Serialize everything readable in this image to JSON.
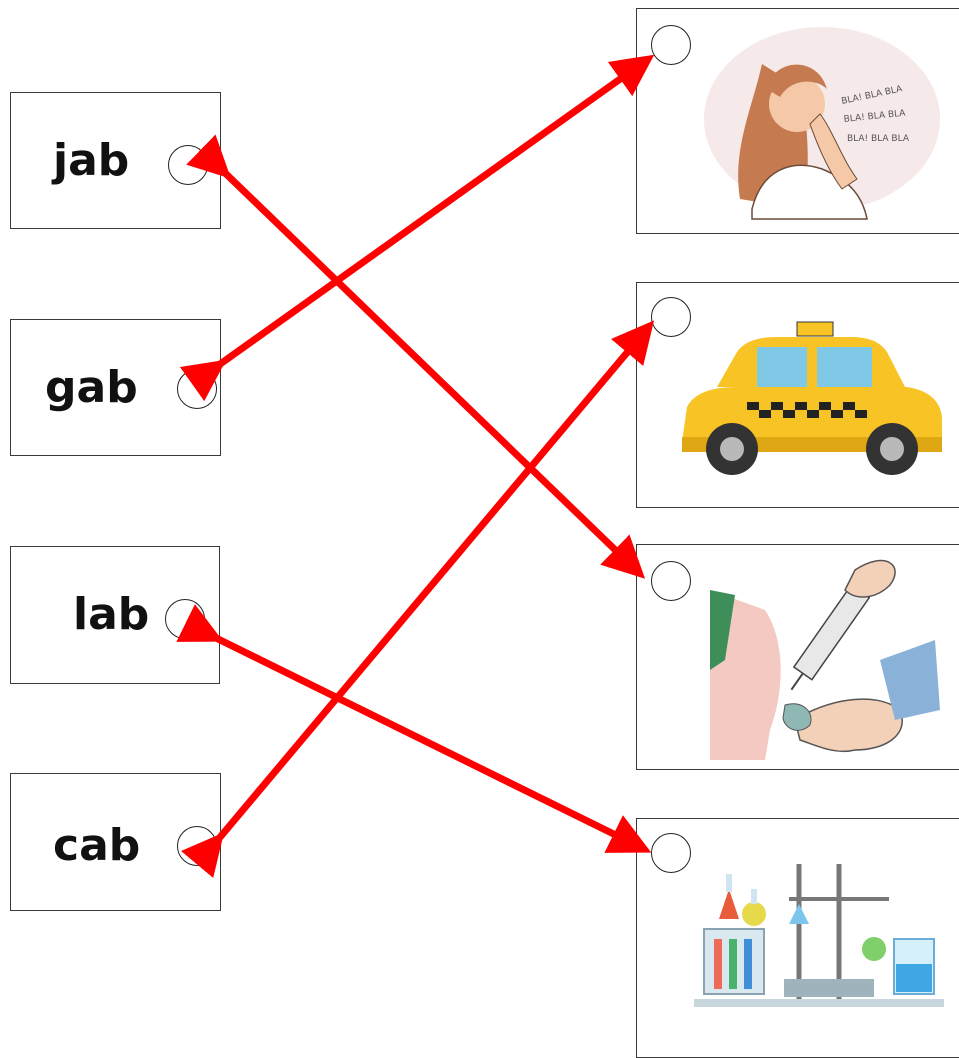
{
  "words": [
    {
      "id": "jab",
      "text": "jab"
    },
    {
      "id": "gab",
      "text": "gab"
    },
    {
      "id": "lab",
      "text": "lab"
    },
    {
      "id": "cab",
      "text": "cab"
    }
  ],
  "pictures": [
    {
      "id": "gab",
      "icon": "woman-talking-image",
      "speech_text": "BLA! BLA BLA"
    },
    {
      "id": "cab",
      "icon": "taxi-cab-image"
    },
    {
      "id": "jab",
      "icon": "injection-image"
    },
    {
      "id": "lab",
      "icon": "laboratory-equipment-image"
    }
  ],
  "arrows": [
    {
      "from": "jab",
      "to": "picture-3"
    },
    {
      "from": "gab",
      "to": "picture-1"
    },
    {
      "from": "lab",
      "to": "picture-4"
    },
    {
      "from": "cab",
      "to": "picture-2"
    }
  ],
  "colors": {
    "arrow": "#ff0000",
    "border": "#3a3a3a"
  }
}
